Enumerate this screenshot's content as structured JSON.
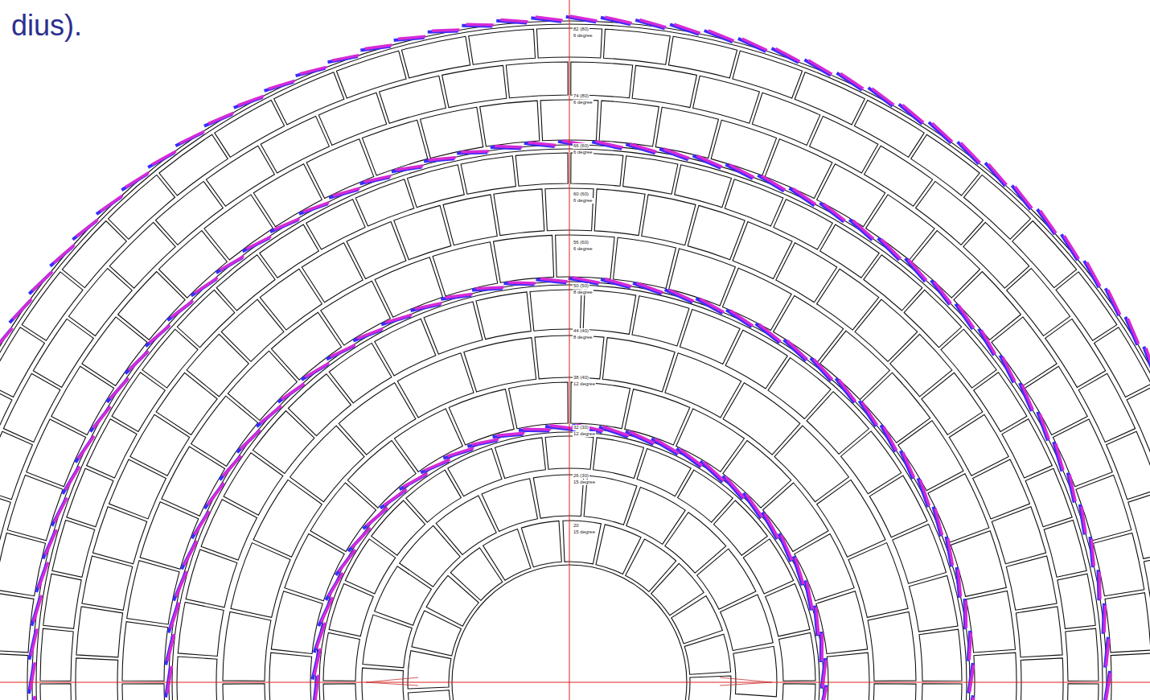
{
  "diagram": {
    "labels": [
      "dius).",
      "82 (80)",
      "6 degree",
      "74 (80)",
      "6 degree",
      "66 (60)",
      "6 degree",
      "60 (60)",
      "6 degree",
      "56 (60)",
      "6 degree",
      "50 (50)",
      "8 degree",
      "44 (40)",
      "8 degree",
      "38 (40)",
      "12 degree",
      "32 (30)",
      "12 degree",
      "26 (30)",
      "15 degree",
      "20",
      "15 degree"
    ]
  }
}
